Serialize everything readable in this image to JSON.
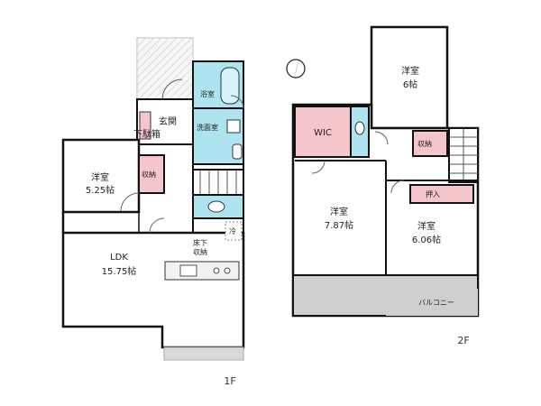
{
  "floors": {
    "first": {
      "label": "1F",
      "rooms": {
        "entrance": "玄関",
        "shoe_cabinet": "下駄箱",
        "bath": "浴室",
        "washroom": "洗面室",
        "western": {
          "name": "洋室",
          "size": "5.25帖"
        },
        "storage": "収納",
        "ldk": {
          "name": "LDK",
          "size": "15.75帖"
        },
        "underfloor": {
          "line1": "床下",
          "line2": "収納"
        },
        "fridge": "冷"
      }
    },
    "second": {
      "label": "2F",
      "rooms": {
        "western_top": {
          "name": "洋室",
          "size": "6帖"
        },
        "wic": "WIC",
        "storage": "収納",
        "western_mid": {
          "name": "洋室",
          "size": "7.87帖"
        },
        "closet": "押入",
        "western_right": {
          "name": "洋室",
          "size": "6.06帖"
        },
        "balcony": "バルコニー"
      }
    }
  },
  "colors": {
    "wall": "#111111",
    "bath": "#aee4f0",
    "storage": "#f4c6cc",
    "balcony": "#cfcfcf",
    "terrace": "#d9d9d9"
  },
  "icons": [
    "compass-north-icon"
  ]
}
